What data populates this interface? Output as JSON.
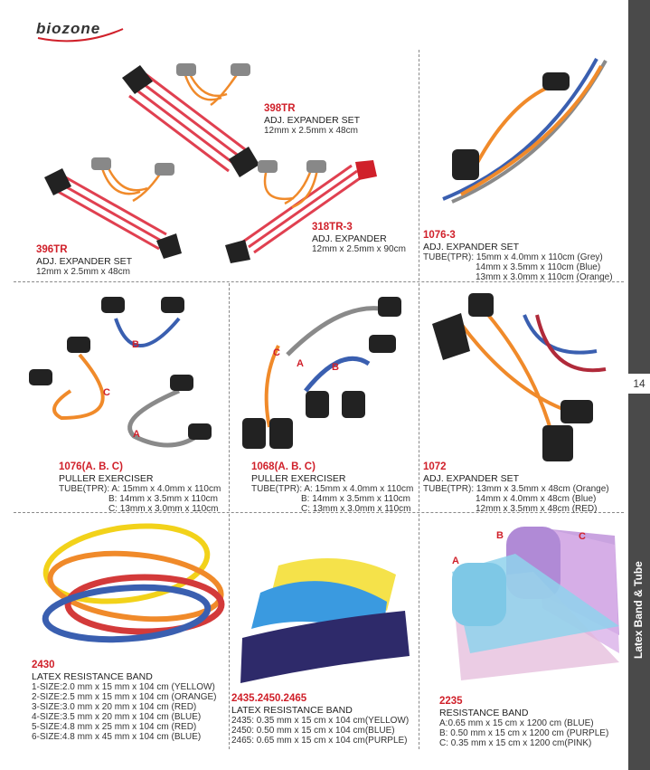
{
  "brand": {
    "logo_text": "biozone"
  },
  "sidebar": {
    "page_number": "14",
    "section_title": "Latex Band & Tube"
  },
  "colors": {
    "accent_red": "#d0202a",
    "sidebar_gray": "#4a4a4a",
    "tube_orange": "#f08a2a",
    "tube_blue": "#3a5fb0",
    "tube_grey": "#8a8a8a"
  },
  "products": {
    "p398tr": {
      "code": "398TR",
      "name": "ADJ. EXPANDER SET",
      "spec": "12mm x 2.5mm x 48cm"
    },
    "p396tr": {
      "code": "396TR",
      "name": "ADJ. EXPANDER SET",
      "spec": "12mm x 2.5mm x 48cm"
    },
    "p318tr3": {
      "code": "318TR-3",
      "name": "ADJ. EXPANDER",
      "spec": "12mm x 2.5mm x 90cm"
    },
    "p10763": {
      "code": "1076-3",
      "name": "ADJ. EXPANDER SET",
      "specs": [
        "TUBE(TPR): 15mm x 4.0mm x 110cm (Grey)",
        "14mm x 3.5mm x 110cm (Blue)",
        "13mm x 3.0mm x 110cm (Orange)"
      ]
    },
    "p1076abc": {
      "code": "1076(A. B. C)",
      "name": "PULLER EXERCISER",
      "specs": [
        "TUBE(TPR): A: 15mm x 4.0mm x 110cm",
        "B: 14mm x 3.5mm x 110cm",
        "C: 13mm x 3.0mm x 110cm"
      ],
      "labels": [
        "A",
        "B",
        "C"
      ]
    },
    "p1068abc": {
      "code": "1068(A. B. C)",
      "name": "PULLER EXERCISER",
      "specs": [
        "TUBE(TPR): A: 15mm x 4.0mm x 110cm",
        "B: 14mm x 3.5mm x 110cm",
        "C: 13mm x 3.0mm x 110cm"
      ],
      "labels": [
        "A",
        "B",
        "C"
      ]
    },
    "p1072": {
      "code": "1072",
      "name": "ADJ. EXPANDER SET",
      "specs": [
        "TUBE(TPR): 13mm x 3.5mm x 48cm (Orange)",
        "14mm x 4.0mm x 48cm (Blue)",
        "12mm x 3.5mm x 48cm (RED)"
      ]
    },
    "p2430": {
      "code": "2430",
      "name": "LATEX RESISTANCE BAND",
      "specs": [
        "1-SIZE:2.0 mm x 15 mm x 104 cm (YELLOW)",
        "2-SIZE:2.5 mm x 15 mm x 104 cm (ORANGE)",
        "3-SIZE:3.0 mm x 20 mm x 104 cm (RED)",
        "4-SIZE:3.5 mm x 20 mm x 104 cm (BLUE)",
        "5-SIZE:4.8 mm x 25 mm x 104 cm (RED)",
        "6-SIZE:4.8 mm x 45 mm x 104 cm (BLUE)"
      ]
    },
    "p2435": {
      "code": "2435.2450.2465",
      "name": "LATEX RESISTANCE BAND",
      "specs": [
        "2435: 0.35 mm x 15 cm x 104 cm(YELLOW)",
        "2450: 0.50 mm x 15 cm x 104 cm(BLUE)",
        "2465: 0.65 mm x 15 cm x 104 cm(PURPLE)"
      ]
    },
    "p2235": {
      "code": "2235",
      "name": "RESISTANCE BAND",
      "specs": [
        "A:0.65 mm x 15 cm x 1200 cm (BLUE)",
        "B: 0.50 mm x 15 cm x 1200 cm (PURPLE)",
        "C: 0.35 mm x 15 cm x 1200 cm(PINK)"
      ],
      "labels": [
        "A",
        "B",
        "C"
      ]
    }
  }
}
